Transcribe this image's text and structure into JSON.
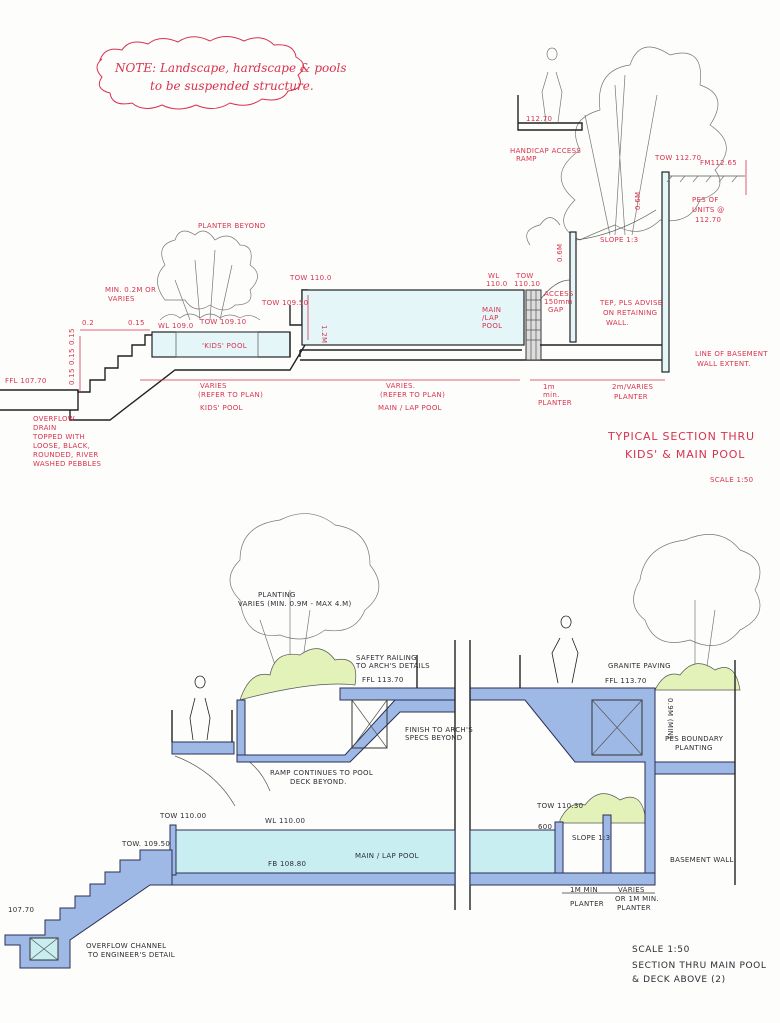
{
  "note": {
    "line1": "NOTE:  Landscape, hardscape & pools",
    "line2": "to be suspended structure."
  },
  "top_section": {
    "title_line1": "TYPICAL SECTION THRU",
    "title_line2": "KIDS' & MAIN POOL",
    "scale": "SCALE  1:50",
    "planter_beyond": "PLANTER BEYOND",
    "ffl": "FFL 107.70",
    "min_step": "MIN. 0.2M OR",
    "min_step2": "VARIES",
    "dim_02": "0.2",
    "dim_015": "0.15",
    "dim_step1": "0.15",
    "dim_step2": "0.15",
    "dim_step3": "0.15",
    "wl_kids": "WL 109.0",
    "tow_kids": "TOW 109.10",
    "kids_pool": "'KIDS' POOL",
    "tow_10950": "TOW 109.50",
    "tow_110": "TOW 110.0",
    "dim_12m": "1.2M",
    "wl_main": "WL",
    "wl_main2": "110.0",
    "tow_main": "TOW",
    "tow_main2": "110.10",
    "main_pool_1": "MAIN",
    "main_pool_2": "/LAP",
    "main_pool_3": "POOL",
    "gap_1": "ACCESS",
    "gap_2": "150mm",
    "gap_3": "GAP",
    "dim_06a": "0.6M",
    "dim_06b": "0.6M",
    "slope": "SLOPE 1:3",
    "handicap_1": "HANDICAP ACCESS",
    "handicap_2": "RAMP",
    "ramp_level": "112.70",
    "tow_11270": "TOW 112.70",
    "fm": "FM112.65",
    "pes_1": "PES OF",
    "pes_2": "UNITS @",
    "pes_3": "112.70",
    "tep_1": "TEP, PLS ADVISE",
    "tep_2": "ON RETAINING",
    "tep_3": "WALL.",
    "basement_1": "LINE OF BASEMENT",
    "basement_2": "WALL EXTENT.",
    "overflow_1": "OVERFLOW",
    "overflow_2": "DRAIN",
    "overflow_3": "TOPPED WITH",
    "overflow_4": "LOOSE, BLACK,",
    "overflow_5": "ROUNDED, RIVER",
    "overflow_6": "WASHED PEBBLES",
    "kids_dim_1": "VARIES",
    "kids_dim_2": "(REFER TO PLAN)",
    "kids_dim_3": "KIDS' POOL",
    "main_dim_1": "VARIES.",
    "main_dim_2": "(REFER TO PLAN)",
    "main_dim_3": "MAIN / LAP POOL",
    "planter1_1": "1m",
    "planter1_2": "min.",
    "planter1_3": "PLANTER",
    "planter2_1": "2m/VARIES",
    "planter2_2": "PLANTER"
  },
  "bottom_section": {
    "planting_1": "PLANTING",
    "planting_2": "VARIES (MIN. 0.9M - MAX 4.M)",
    "safety_1": "SAFETY RAILING",
    "safety_2": "TO ARCH'S DETAILS",
    "ffl_left": "FFL 113.70",
    "ffl_right": "FFL 113.70",
    "granite": "GRANITE PAVING",
    "finish_1": "FINISH TO ARCH'S",
    "finish_2": "SPECS BEYOND",
    "ramp_1": "RAMP CONTINUES TO POOL",
    "ramp_2": "DECK BEYOND.",
    "pes_boundary_1": "PES BOUNDARY",
    "pes_boundary_2": "PLANTING",
    "dim_09_min": "0.9M (MIN)",
    "tow_11000": "TOW 110.00",
    "wl_11000": "WL 110.00",
    "tow_10950": "TOW. 109.50",
    "fb": "FB 108.80",
    "main_pool": "MAIN / LAP POOL",
    "ffl_10770": "107.70",
    "overflow_1": "OVERFLOW CHANNEL",
    "overflow_2": "TO ENGINEER'S DETAIL",
    "tow_11030": "TOW 110.30",
    "dim_600": "600",
    "slope": "SLOPE 1:3",
    "basement": "BASEMENT WALL",
    "planter_1": "1M MIN",
    "planter_1b": "PLANTER",
    "planter_2": "VARIES",
    "planter_2b": "OR 1M MIN.",
    "planter_2c": "PLANTER",
    "scale": "SCALE  1:50",
    "title_1": "SECTION THRU MAIN POOL",
    "title_2": "& DECK ABOVE  (2)"
  }
}
